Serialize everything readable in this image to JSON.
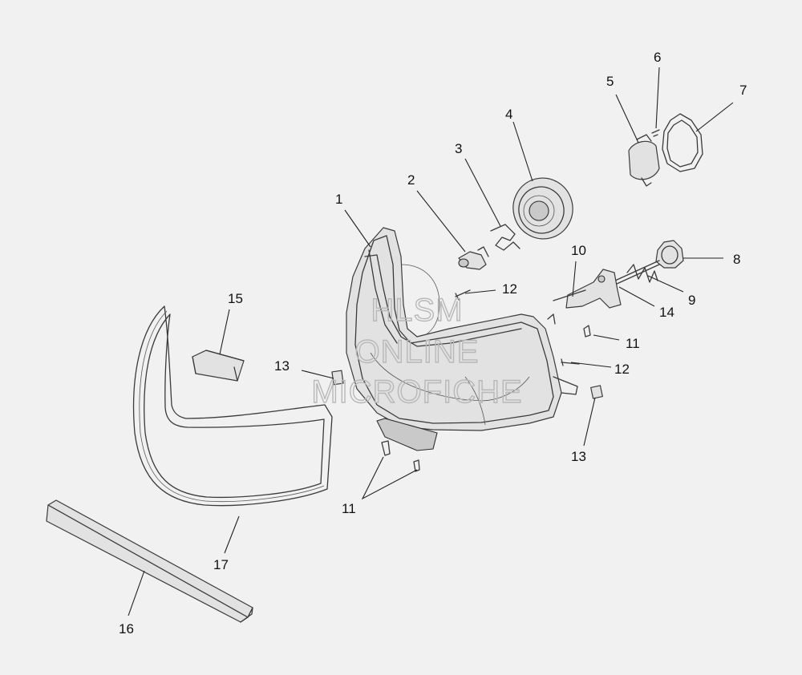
{
  "diagram": {
    "callouts": [
      {
        "id": "c1",
        "label": "1"
      },
      {
        "id": "c2",
        "label": "2"
      },
      {
        "id": "c3",
        "label": "3"
      },
      {
        "id": "c4",
        "label": "4"
      },
      {
        "id": "c5",
        "label": "5"
      },
      {
        "id": "c6",
        "label": "6"
      },
      {
        "id": "c7",
        "label": "7"
      },
      {
        "id": "c8",
        "label": "8"
      },
      {
        "id": "c9",
        "label": "9"
      },
      {
        "id": "c10",
        "label": "10"
      },
      {
        "id": "c11a",
        "label": "11"
      },
      {
        "id": "c11b",
        "label": "11"
      },
      {
        "id": "c12a",
        "label": "12"
      },
      {
        "id": "c12b",
        "label": "12"
      },
      {
        "id": "c13a",
        "label": "13"
      },
      {
        "id": "c13b",
        "label": "13"
      },
      {
        "id": "c14",
        "label": "14"
      },
      {
        "id": "c15",
        "label": "15"
      },
      {
        "id": "c16",
        "label": "16"
      },
      {
        "id": "c17",
        "label": "17"
      }
    ]
  },
  "watermark": {
    "line1": "HLSM",
    "line2": "ONLINE",
    "line3": "MICROFICHE"
  }
}
